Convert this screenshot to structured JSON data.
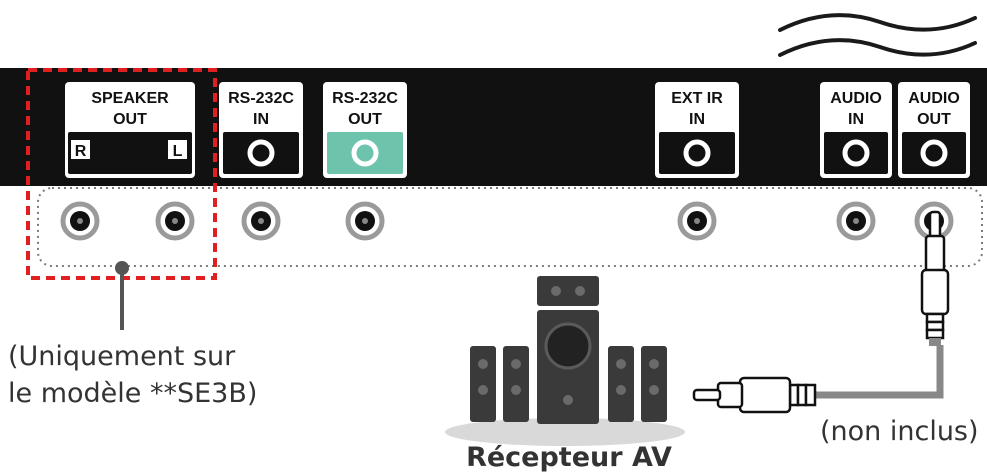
{
  "ports": [
    {
      "id": "speaker-out",
      "label_line1": "SPEAKER",
      "label_line2": "OUT",
      "channel_right": "R",
      "channel_left": "L"
    },
    {
      "id": "rs232c-in",
      "label_line1": "RS-232C",
      "label_line2": "IN"
    },
    {
      "id": "rs232c-out",
      "label_line1": "RS-232C",
      "label_line2": "OUT"
    },
    {
      "id": "ext-ir-in",
      "label_line1": "EXT IR",
      "label_line2": "IN"
    },
    {
      "id": "audio-in",
      "label_line1": "AUDIO",
      "label_line2": "IN"
    },
    {
      "id": "audio-out",
      "label_line1": "AUDIO",
      "label_line2": "OUT"
    }
  ],
  "note_line1": "(Uniquement sur",
  "note_line2": "le modèle **SE3B)",
  "cable_note": "(non inclus)",
  "receiver_label": "Récepteur AV",
  "colors": {
    "panel": "#111111",
    "label_box": "#ffffff",
    "rs232c_out_highlight": "#6dc3ab",
    "dashed_highlight": "#e02020",
    "jack_outline": "#9a9a9a",
    "cable": "#888888"
  }
}
